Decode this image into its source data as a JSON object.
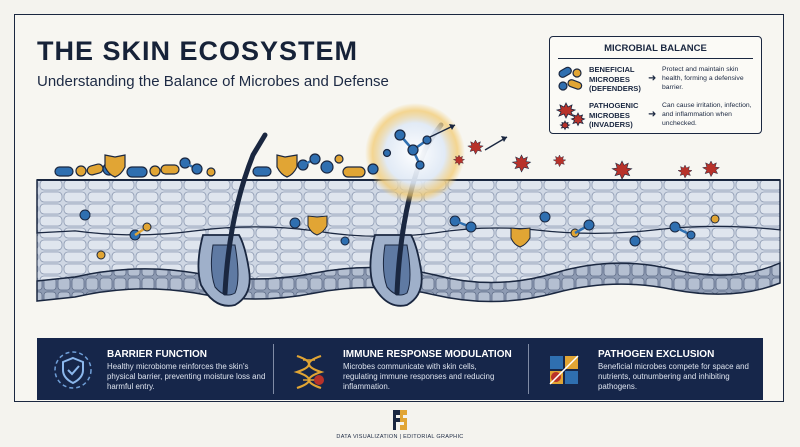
{
  "header": {
    "title": "THE SKIN ECOSYSTEM",
    "subtitle": "Understanding the Balance of Microbes and Defense"
  },
  "legend": {
    "title": "MICROBIAL BALANCE",
    "items": [
      {
        "label": "BENEFICIAL MICROBES (DEFENDERS)",
        "description": "Protect and maintain skin health, forming a defensive barrier.",
        "icon": "beneficial-microbes-icon"
      },
      {
        "label": "PATHOGENIC MICROBES (INVADERS)",
        "description": "Can cause irritation, infection, and inflammation when unchecked.",
        "icon": "pathogenic-microbes-icon"
      }
    ]
  },
  "panel": {
    "items": [
      {
        "title": "BARRIER FUNCTION",
        "text": "Healthy microbiome reinforces the skin's physical barrier, preventing moisture loss and harmful entry.",
        "icon": "shield-icon"
      },
      {
        "title": "IMMUNE RESPONSE MODULATION",
        "text": "Microbes communicate with skin cells, regulating immune responses and reducing inflammation.",
        "icon": "dna-icon"
      },
      {
        "title": "PATHOGEN EXCLUSION",
        "text": "Beneficial microbes compete for space and nutrients, outnumbering and inhibiting pathogens.",
        "icon": "puzzle-icon"
      }
    ]
  },
  "footer": {
    "text": "DATA VISUALIZATION | EDITORIAL GRAPHIC"
  },
  "colors": {
    "navy": "#16264a",
    "beneficial_blue": "#2f6fb0",
    "beneficial_gold": "#e1a534",
    "pathogen_red": "#b8322a",
    "skin_blue": "#c9d2e0",
    "background": "#f4f3ee"
  }
}
